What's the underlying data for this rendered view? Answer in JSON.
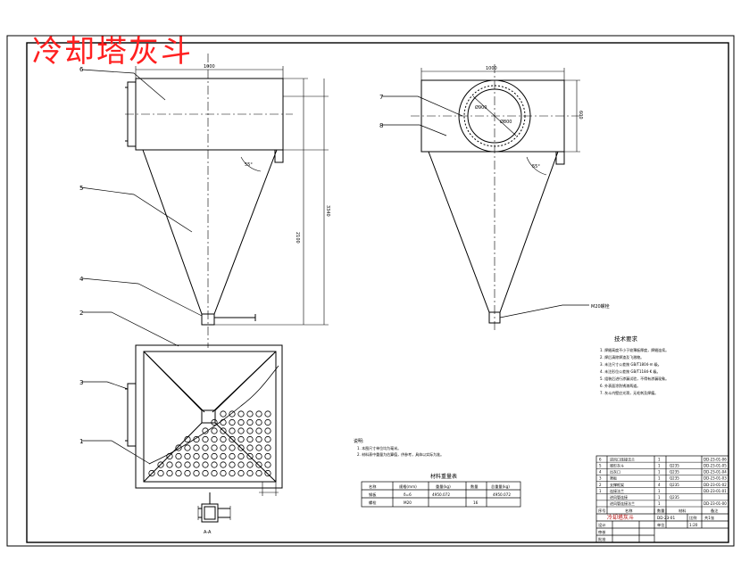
{
  "drawing": {
    "title": "冷却塔灰斗",
    "colors": {
      "ink": "#000000",
      "title": "#ff2020",
      "paper": "#ffffff"
    },
    "balloons": [
      "6",
      "5",
      "4",
      "2",
      "3",
      "1",
      "7",
      "8"
    ],
    "dims": {
      "top_width_left": "1000",
      "top_width_right": "1000",
      "overall_height": "3340",
      "cone_height": "2100",
      "box_height": "600",
      "angle_left": "55°",
      "angle_right": "55°",
      "pipe_dia": "Ø800",
      "pipe_ring": "Ø900",
      "outlet_note": "M20螺栓"
    },
    "section_label": "A-A"
  },
  "technical_requirements": {
    "heading": "技术要求",
    "items": [
      "1. 焊缝高度不小于较薄板厚度，焊缝连续。",
      "2. 焊后清除焊渣及飞溅物。",
      "3. 未注尺寸公差按 GB/T1804-m 级。",
      "4. 未注形位公差按 GB/T1184-K 级。",
      "5. 组装后进行渗漏试验，不得有渗漏现象。",
      "6. 外表面涂防锈漆两道。",
      "7. 灰斗内壁应光滑，无毛刺及焊瘤。"
    ]
  },
  "notes": {
    "heading": "说明:",
    "items": [
      "1. 本图尺寸单位均为毫米。",
      "2. 材料表中重量为估算值，供参考，具体以实际为准。"
    ]
  },
  "material_table": {
    "title": "材料重量表",
    "headers": [
      "名称",
      "规格(mm)",
      "重量(kg)",
      "数量",
      "总重量(kg)"
    ],
    "rows": [
      [
        "钢板",
        "δ=6",
        "4950.072",
        "",
        "4950.072"
      ],
      [
        "螺栓",
        "M20",
        "",
        "16",
        ""
      ]
    ]
  },
  "title_block": {
    "parts": [
      {
        "no": "6",
        "name": "进风口连接法兰",
        "qty": "1",
        "material": "",
        "code": "DD-23-01-06"
      },
      {
        "no": "5",
        "name": "锥形灰斗",
        "qty": "1",
        "material": "Q235",
        "code": "DD-23-01-05"
      },
      {
        "no": "4",
        "name": "出灰口",
        "qty": "1",
        "material": "Q235",
        "code": "DD-23-01-04"
      },
      {
        "no": "3",
        "name": "筛板",
        "qty": "1",
        "material": "Q235",
        "code": "DD-23-01-03"
      },
      {
        "no": "2",
        "name": "支撑框架",
        "qty": "4",
        "material": "Q235",
        "code": "DD-23-01-02"
      },
      {
        "no": "1",
        "name": "连接法兰",
        "qty": "1",
        "material": "",
        "code": "DD-23-01-01"
      },
      {
        "no": "",
        "name": "进风管连接",
        "qty": "1",
        "material": "Q235",
        "code": ""
      },
      {
        "no": "",
        "name": "进风管连接法兰",
        "qty": "1",
        "material": "",
        "code": "DD-23-01-00"
      }
    ],
    "header_row": [
      "序号",
      "名称",
      "数量",
      "材料",
      "备注"
    ],
    "drawing_name": "冷却塔灰斗",
    "drawing_no": "DD-23-01",
    "scale_label": "比例",
    "scale": "1:20",
    "sheet_label": "共1张",
    "designer_label": "设计",
    "checker_label": "审核",
    "approver_label": "批准",
    "unit_label": "单位"
  }
}
